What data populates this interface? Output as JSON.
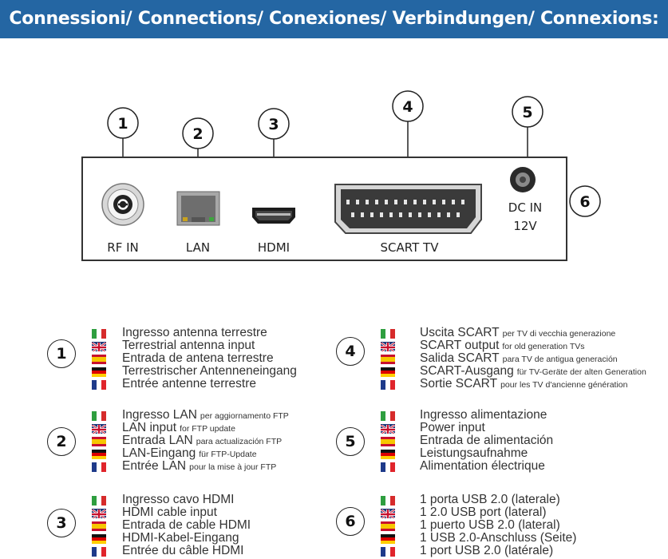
{
  "header": {
    "title": "Connessioni/ Connections/ Conexiones/ Verbindungen/ Connexions:"
  },
  "panel": {
    "ports": [
      {
        "number": "1",
        "label": "RF IN"
      },
      {
        "number": "2",
        "label": "LAN"
      },
      {
        "number": "3",
        "label": "HDMI"
      },
      {
        "number": "4",
        "label": "SCART TV"
      },
      {
        "number": "5",
        "label_line1": "DC IN",
        "label_line2": "12V"
      },
      {
        "number": "6"
      }
    ]
  },
  "legend": [
    {
      "number": "1",
      "rows": [
        {
          "flag": "it",
          "main": "Ingresso antenna terrestre",
          "sub": ""
        },
        {
          "flag": "uk",
          "main": "Terrestrial antenna input",
          "sub": ""
        },
        {
          "flag": "es",
          "main": "Entrada de antena terrestre",
          "sub": ""
        },
        {
          "flag": "de",
          "main": "Terrestrischer Antenneneingang",
          "sub": ""
        },
        {
          "flag": "fr",
          "main": "Entrée antenne terrestre",
          "sub": ""
        }
      ]
    },
    {
      "number": "2",
      "rows": [
        {
          "flag": "it",
          "main": "Ingresso LAN",
          "sub": "per aggiornamento FTP"
        },
        {
          "flag": "uk",
          "main": "LAN input",
          "sub": "for FTP update"
        },
        {
          "flag": "es",
          "main": "Entrada LAN",
          "sub": "para actualización FTP"
        },
        {
          "flag": "de",
          "main": "LAN-Eingang",
          "sub": "für FTP-Update"
        },
        {
          "flag": "fr",
          "main": "Entrée LAN",
          "sub": "pour la mise à jour FTP"
        }
      ]
    },
    {
      "number": "3",
      "rows": [
        {
          "flag": "it",
          "main": "Ingresso cavo HDMI",
          "sub": ""
        },
        {
          "flag": "uk",
          "main": "HDMI cable input",
          "sub": ""
        },
        {
          "flag": "es",
          "main": "Entrada de cable HDMI",
          "sub": ""
        },
        {
          "flag": "de",
          "main": "HDMI-Kabel-Eingang",
          "sub": ""
        },
        {
          "flag": "fr",
          "main": "Entrée du câble HDMI",
          "sub": ""
        }
      ]
    },
    {
      "number": "4",
      "rows": [
        {
          "flag": "it",
          "main": "Uscita SCART",
          "sub": "per TV di vecchia generazione"
        },
        {
          "flag": "uk",
          "main": "SCART output",
          "sub": "for old generation TVs"
        },
        {
          "flag": "es",
          "main": "Salida SCART",
          "sub": "para TV de antigua generación"
        },
        {
          "flag": "de",
          "main": "SCART-Ausgang",
          "sub": "für TV-Geräte der alten Generation"
        },
        {
          "flag": "fr",
          "main": "Sortie SCART",
          "sub": "pour les TV d'ancienne génération"
        }
      ]
    },
    {
      "number": "5",
      "rows": [
        {
          "flag": "it",
          "main": "Ingresso alimentazione",
          "sub": ""
        },
        {
          "flag": "uk",
          "main": "Power input",
          "sub": ""
        },
        {
          "flag": "es",
          "main": "Entrada de alimentación",
          "sub": ""
        },
        {
          "flag": "de",
          "main": "Leistungsaufnahme",
          "sub": ""
        },
        {
          "flag": "fr",
          "main": "Alimentation électrique",
          "sub": ""
        }
      ]
    },
    {
      "number": "6",
      "rows": [
        {
          "flag": "it",
          "main": "1 porta USB 2.0 (laterale)",
          "sub": ""
        },
        {
          "flag": "uk",
          "main": "1 2.0 USB port (lateral)",
          "sub": ""
        },
        {
          "flag": "es",
          "main": "1 puerto USB 2.0 (lateral)",
          "sub": ""
        },
        {
          "flag": "de",
          "main": "1 USB 2.0-Anschluss (Seite)",
          "sub": ""
        },
        {
          "flag": "fr",
          "main": "1 port USB 2.0 (latérale)",
          "sub": ""
        }
      ]
    }
  ]
}
